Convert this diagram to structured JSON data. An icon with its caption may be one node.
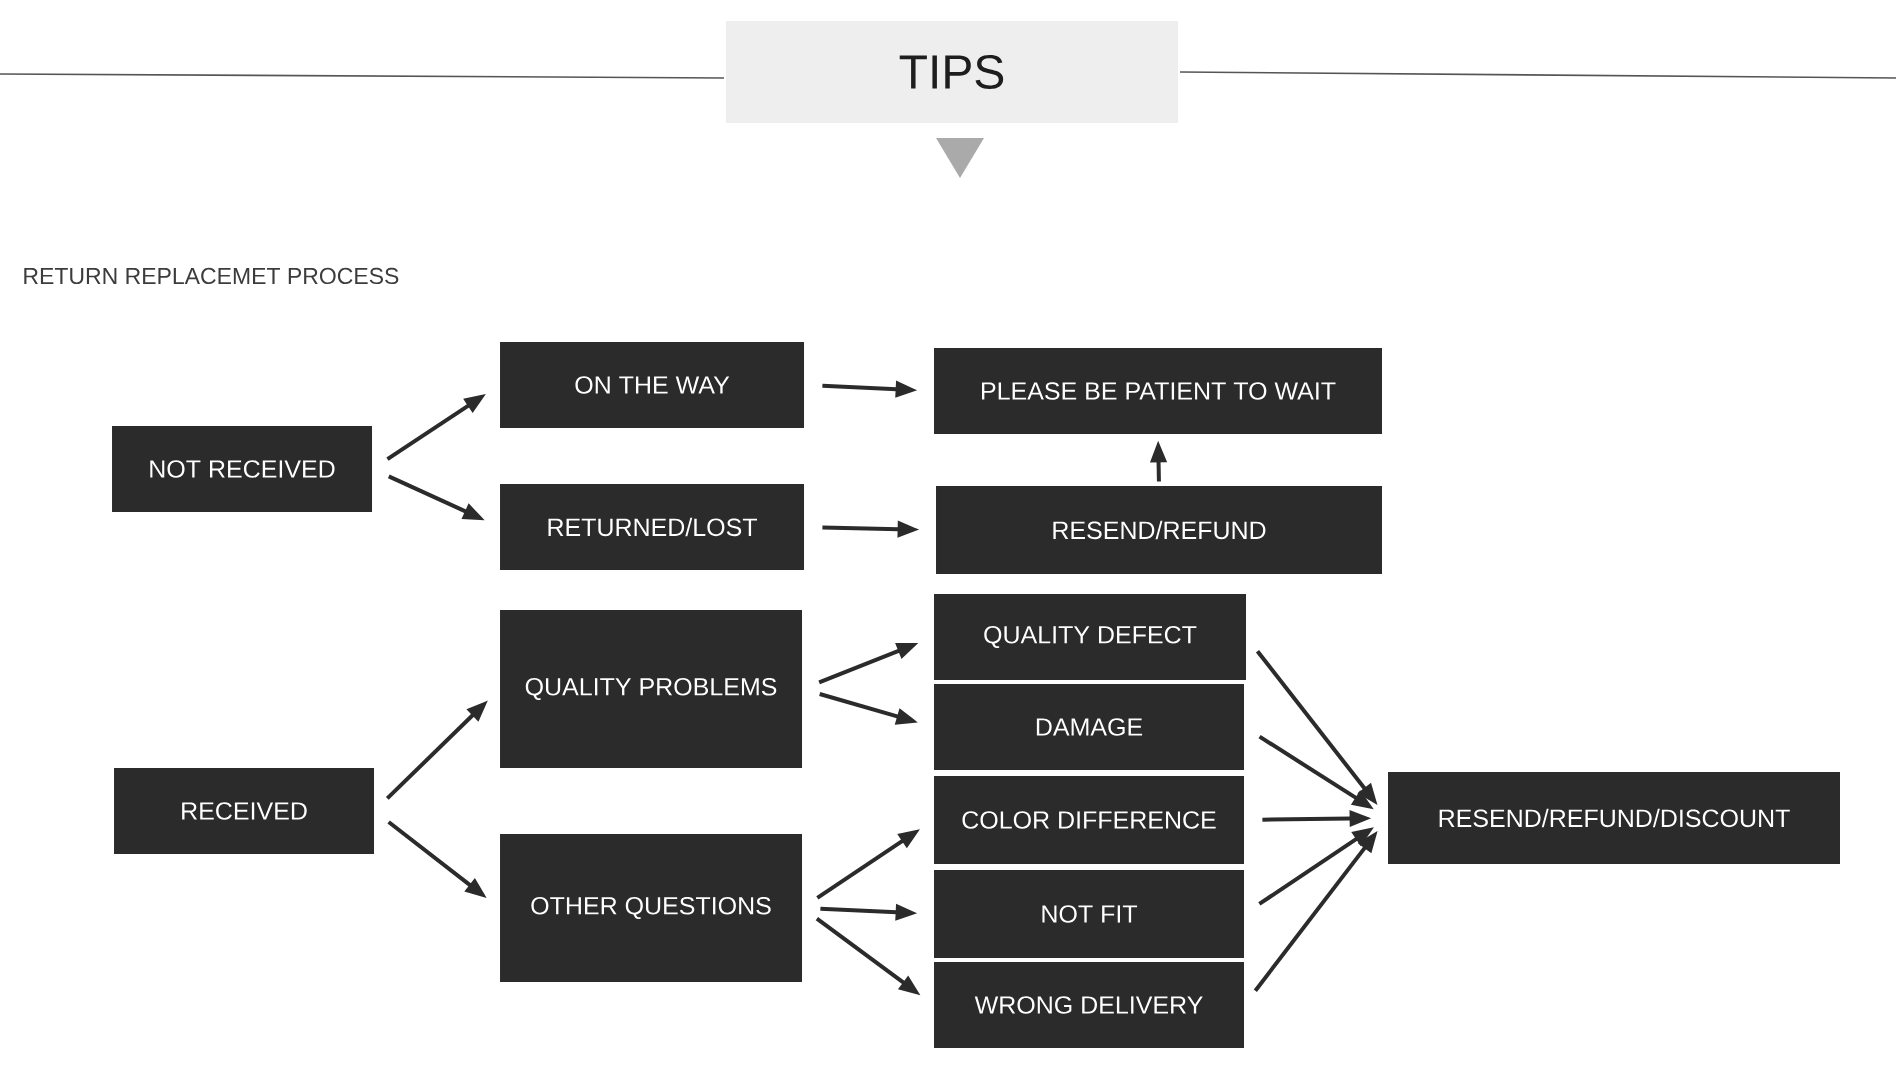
{
  "diagram": {
    "title": "TIPS",
    "nodes": [
      {
        "text": [
          "NOT RECEIVED"
        ]
      },
      {
        "text": [
          "ON THE WAY"
        ]
      },
      {
        "text": [
          "RETURNED/LOST"
        ]
      },
      {
        "text": [
          "PLEASE BE PATIENT TO WAIT"
        ]
      },
      {
        "text": [
          "RESEND/REFUND"
        ]
      },
      {
        "text": [
          "RECEIVED"
        ]
      },
      {
        "text": [
          "QUALITY PROBLEMS"
        ]
      },
      {
        "text": [
          "OTHER QUESTIONS"
        ]
      },
      {
        "text": [
          "QUALITY DEFECT"
        ]
      },
      {
        "text": [
          "DAMAGE"
        ]
      },
      {
        "text": [
          "COLOR DIFFERENCE"
        ]
      },
      {
        "text": [
          "NOT FIT"
        ]
      },
      {
        "text": [
          "WRONG DELIVERY"
        ]
      },
      {
        "text": [
          "RESEND/REFUND/DISCOUNT"
        ]
      }
    ],
    "edges": [
      {
        "from": 0,
        "to": 1,
        "arrow": "to"
      },
      {
        "from": 0,
        "to": 2,
        "arrow": "to"
      },
      {
        "from": 1,
        "to": 3,
        "arrow": "to"
      },
      {
        "from": 2,
        "to": 4,
        "arrow": "to"
      },
      {
        "from": 4,
        "to": 3,
        "arrow": "to"
      },
      {
        "from": 5,
        "to": 6,
        "arrow": "to"
      },
      {
        "from": 5,
        "to": 7,
        "arrow": "to"
      },
      {
        "from": 6,
        "to": 8,
        "arrow": "to"
      },
      {
        "from": 6,
        "to": 9,
        "arrow": "to"
      },
      {
        "from": 7,
        "to": 10,
        "arrow": "to"
      },
      {
        "from": 7,
        "to": 11,
        "arrow": "to"
      },
      {
        "from": 7,
        "to": 12,
        "arrow": "to"
      },
      {
        "from": 8,
        "to": 13,
        "arrow": "to"
      },
      {
        "from": 9,
        "to": 13,
        "arrow": "to"
      },
      {
        "from": 10,
        "to": 13,
        "arrow": "to"
      },
      {
        "from": 11,
        "to": 13,
        "arrow": "to"
      },
      {
        "from": 12,
        "to": 13,
        "arrow": "to"
      }
    ],
    "labels": [
      "RETURN REPLACEMET PROCESS"
    ]
  }
}
